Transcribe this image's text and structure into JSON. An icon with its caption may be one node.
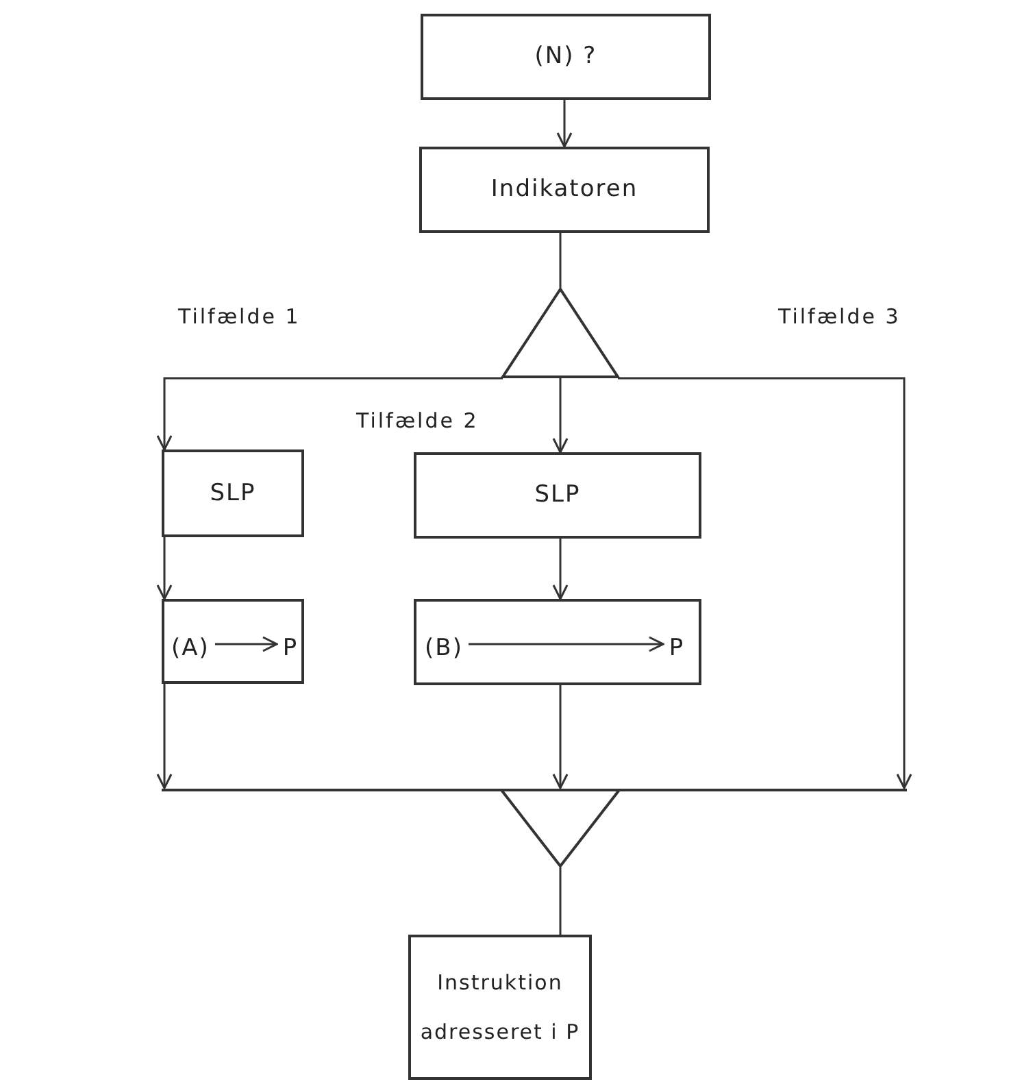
{
  "diagram": {
    "nodes": [
      {
        "text": [
          "(N) ?"
        ]
      },
      {
        "text": [
          "Indikatoren"
        ]
      },
      {
        "text": [],
        "shape": "triangle"
      },
      {
        "text": [
          "SLP"
        ]
      },
      {
        "text": [],
        "shape": "box"
      },
      {
        "text": [
          "(A)"
        ],
        "in": 4
      },
      {
        "text": [
          "P"
        ],
        "in": 4
      },
      {
        "text": [
          "SLP"
        ]
      },
      {
        "text": [],
        "shape": "box"
      },
      {
        "text": [
          "(B)"
        ],
        "in": 8
      },
      {
        "text": [
          "P"
        ],
        "in": 8
      },
      {
        "text": [],
        "shape": "triangle"
      },
      {
        "text": [
          "Instruktion adresseret i P"
        ]
      }
    ],
    "edges": [
      {
        "from": 0,
        "to": 1,
        "arrow": "to"
      },
      {
        "from": 1,
        "to": 2,
        "arrow": "none"
      },
      {
        "from": 2,
        "to": 3,
        "arrow": "to",
        "label": "Tilfælde 1"
      },
      {
        "from": 2,
        "to": 7,
        "arrow": "to",
        "label": "Tilfælde 2"
      },
      {
        "from": 2,
        "to": 11,
        "arrow": "to",
        "label": "Tilfælde 3"
      },
      {
        "from": 3,
        "to": 4,
        "arrow": "to"
      },
      {
        "from": 5,
        "to": 6,
        "arrow": "to"
      },
      {
        "from": 7,
        "to": 8,
        "arrow": "to"
      },
      {
        "from": 9,
        "to": 10,
        "arrow": "to"
      },
      {
        "from": 4,
        "to": 11,
        "arrow": "to"
      },
      {
        "from": 8,
        "to": 11,
        "arrow": "to"
      },
      {
        "from": 11,
        "to": 12,
        "arrow": "none"
      }
    ]
  }
}
